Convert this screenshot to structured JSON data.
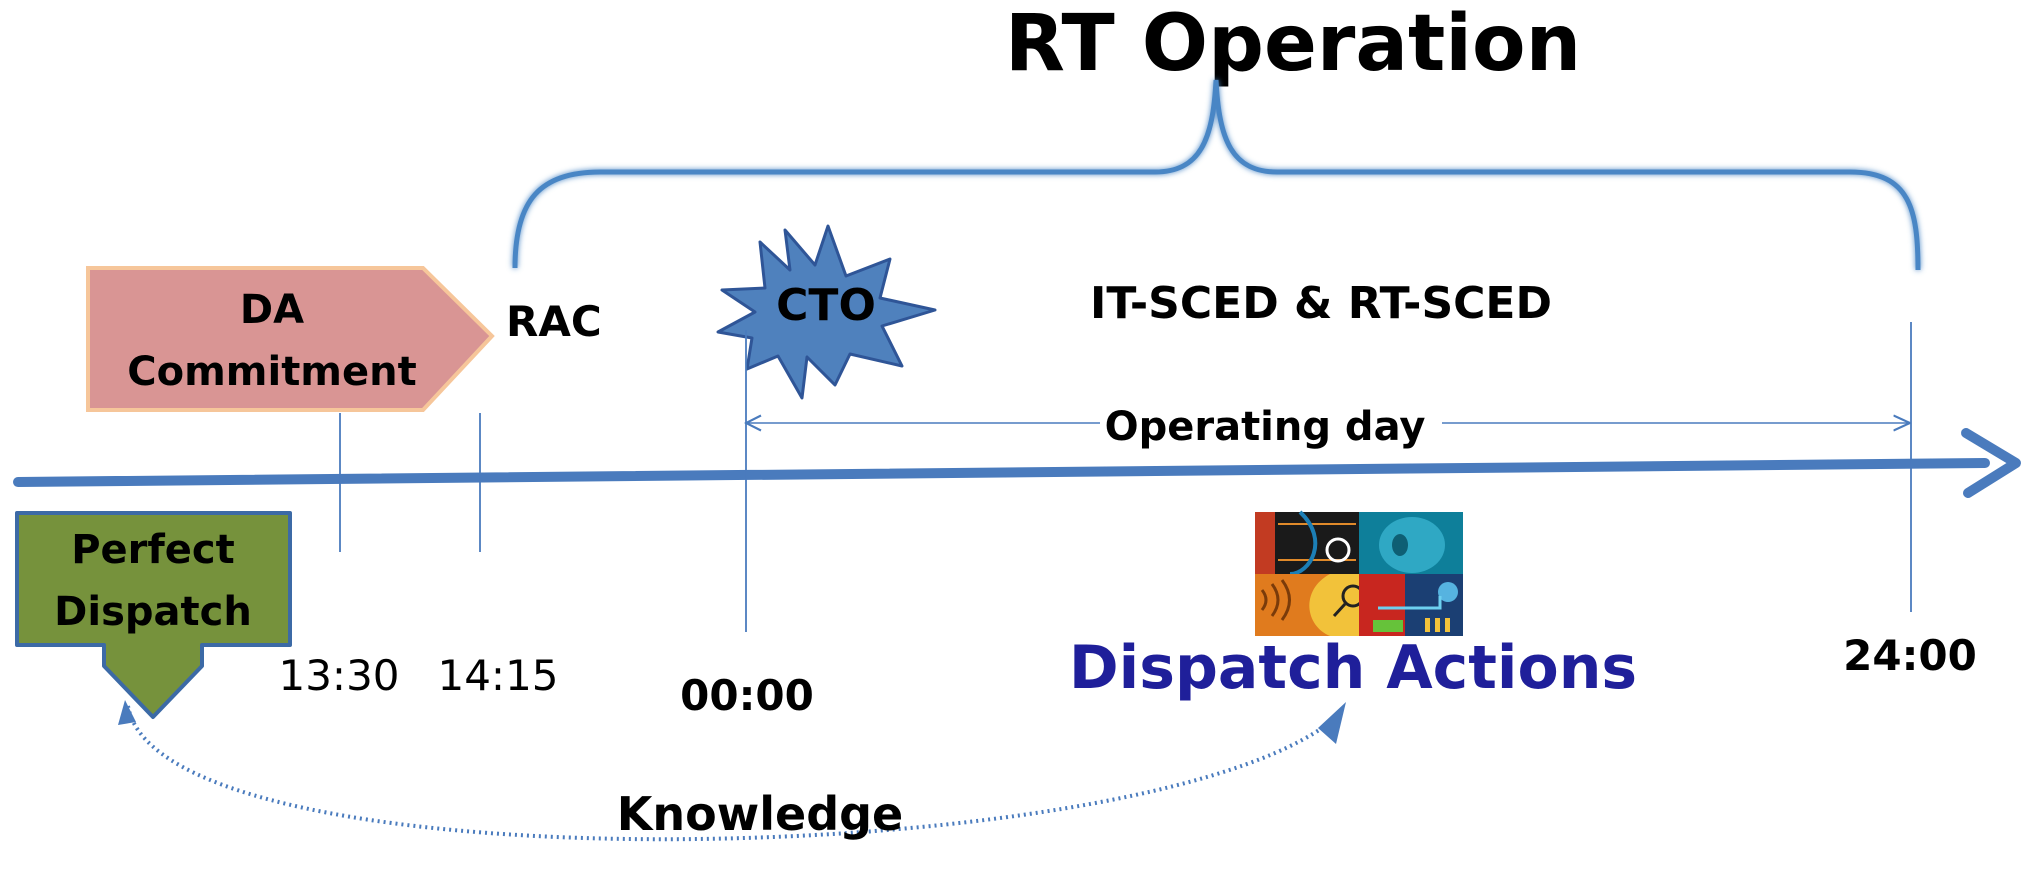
{
  "title": "RT Operation",
  "da_commitment": {
    "line1": "DA",
    "line2": "Commitment"
  },
  "rac_label": "RAC",
  "cto_label": "CTO",
  "sced_label": "IT-SCED & RT-SCED",
  "operating_day_label": "Operating day",
  "perfect_dispatch": {
    "line1": "Perfect",
    "line2": "Dispatch"
  },
  "times": {
    "t1330": "13:30",
    "t1415": "14:15",
    "t0000": "00:00",
    "t2400": "24:00"
  },
  "dispatch_actions_label": "Dispatch Actions",
  "knowledge_label": "Knowledge",
  "colors": {
    "axis_blue": "#4a7bbd",
    "brace_blue": "#4a86c5",
    "da_fill": "#d99594",
    "da_border": "#f6c69a",
    "pd_fill": "#76923c",
    "pd_border": "#3c6aa6",
    "cto_fill": "#4f81bd",
    "cto_stroke": "#2f5597",
    "dispatch_text": "#1f1f9a"
  }
}
